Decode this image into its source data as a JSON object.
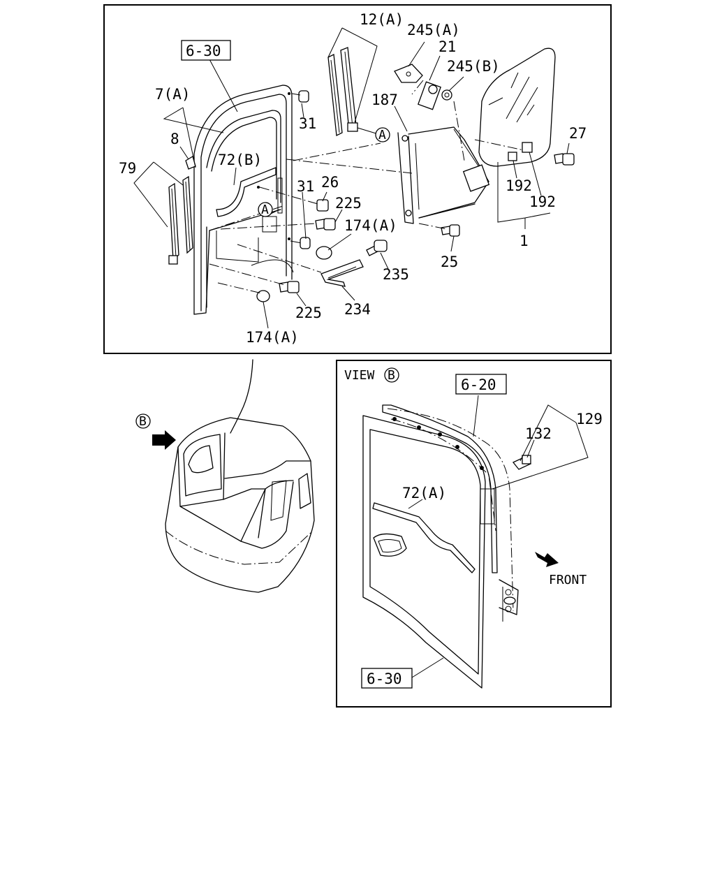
{
  "callouts": {
    "ref_6_30_top": "6-30",
    "p12a": "12(A)",
    "p245a": "245(A)",
    "p21": "21",
    "p245b": "245(B)",
    "p187": "187",
    "p7a": "7(A)",
    "p8": "8",
    "p31a": "31",
    "p31b": "31",
    "p72b": "72(B)",
    "p79": "79",
    "p26": "26",
    "p225a": "225",
    "p174a_top": "174(A)",
    "p235": "235",
    "p234": "234",
    "p225b": "225",
    "p174a_bot": "174(A)",
    "p27": "27",
    "p192a": "192",
    "p192b": "192",
    "p1": "1",
    "p25": "25",
    "circle_a": "A",
    "circle_b": "B"
  },
  "view_b": {
    "title": "VIEW",
    "ref_6_20": "6-20",
    "ref_6_30": "6-30",
    "p129": "129",
    "p132": "132",
    "p72a": "72(A)",
    "front": "FRONT"
  }
}
